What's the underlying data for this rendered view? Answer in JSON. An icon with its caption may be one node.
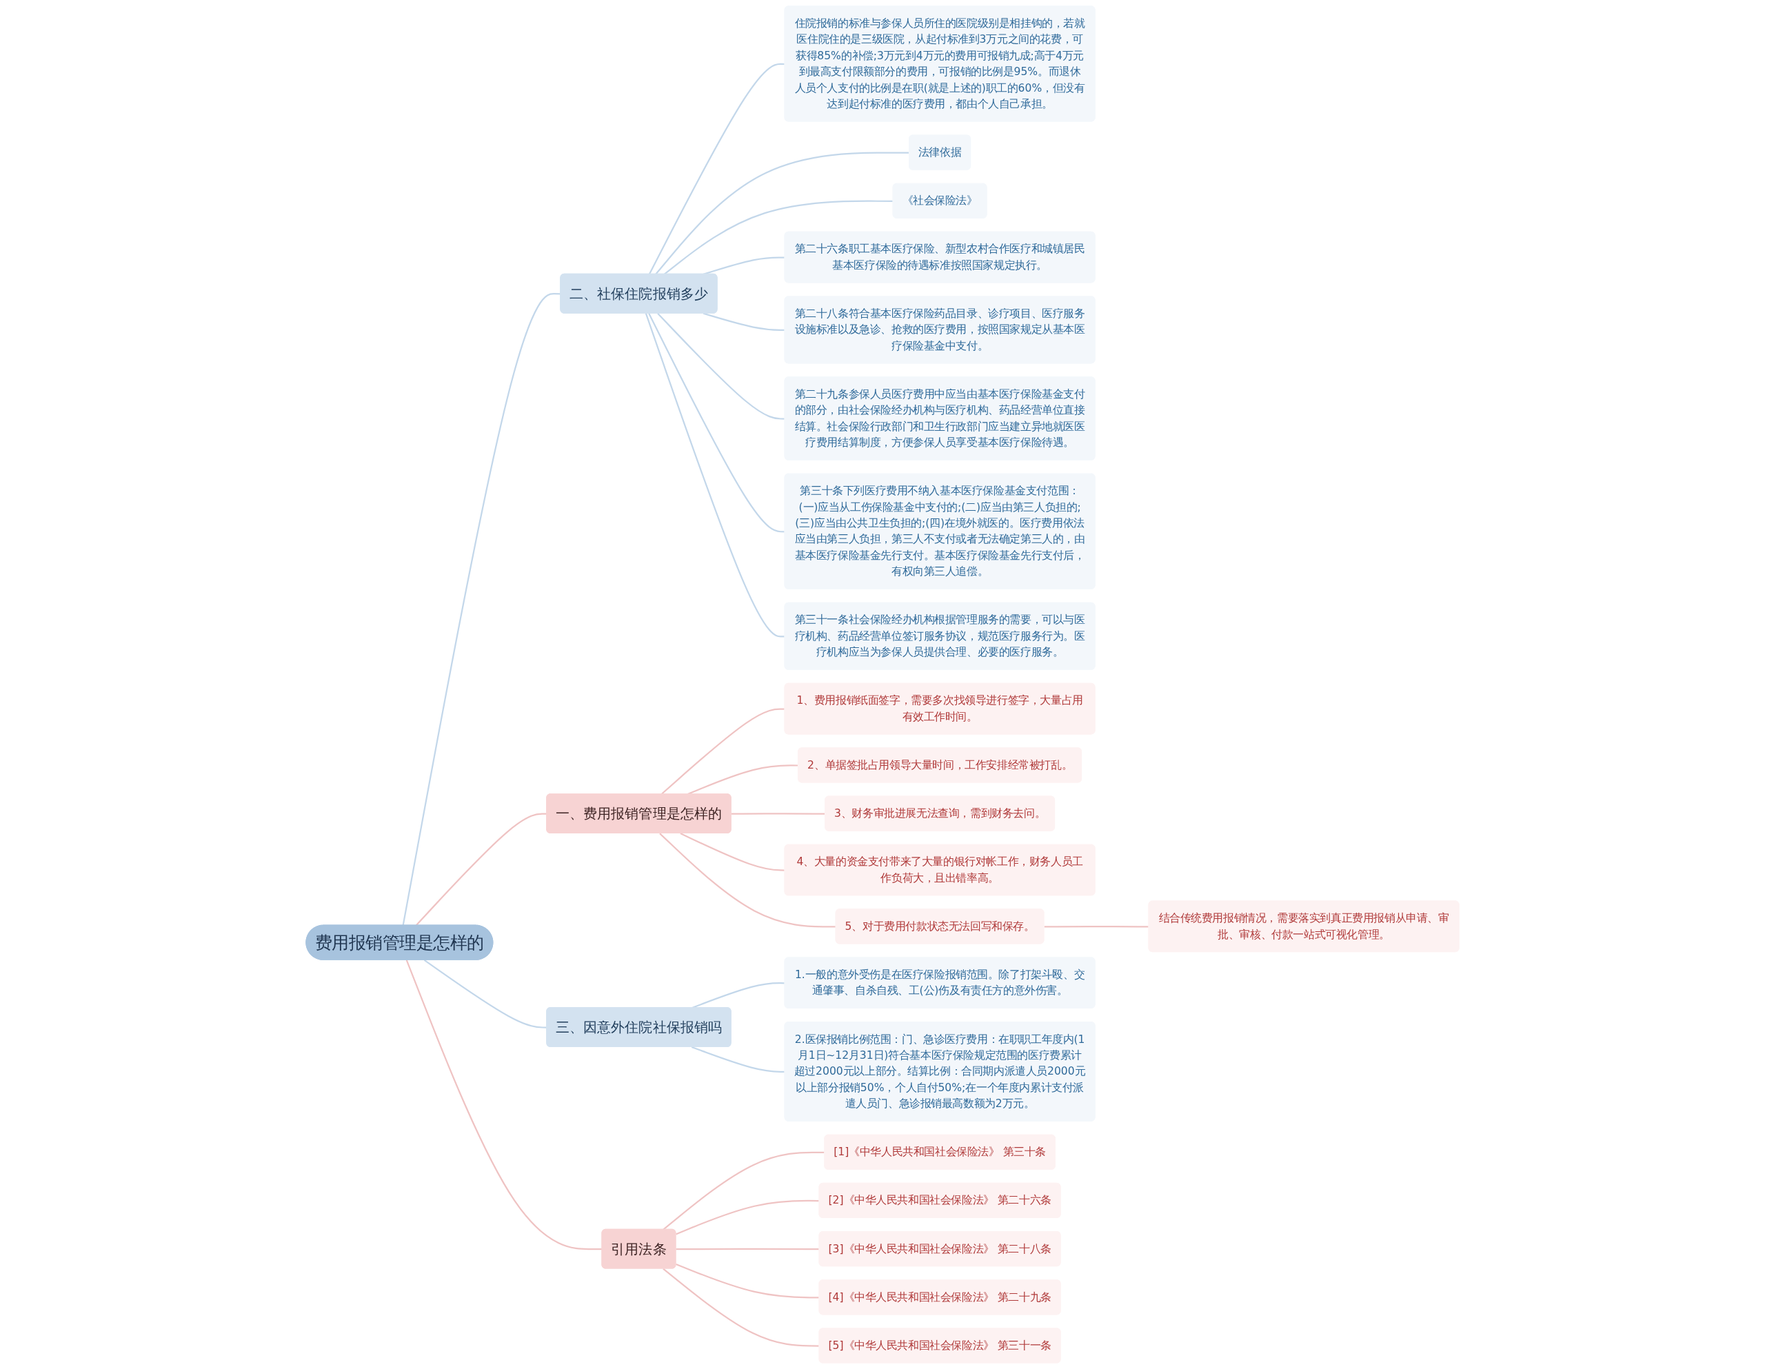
{
  "diagram": {
    "nodes": [
      {
        "text": [
          "费用报销管理是怎样的"
        ]
      },
      {
        "text": [
          "二、社保住院报销多少"
        ]
      },
      {
        "text": [
          "住院报销的标准与参保人员所住的医院级别是相挂钩的，若就医住院住的是三级医院，从起付标准到3万元之间的花费，可获得85%的补偿;3万元到4万元的费用可报销九成;高于4万元到最高支付限额部分的费用，可报销的比例是95%。而退休人员个人支付的比例是在职(就是上述的)职工的60%，但没有达到起付标准的医疗费用，都由个人自己承担。"
        ]
      },
      {
        "text": [
          "法律依据"
        ]
      },
      {
        "text": [
          "《社会保险法》"
        ]
      },
      {
        "text": [
          "第二十六条职工基本医疗保险、新型农村合作医疗和城镇居民基本医疗保险的待遇标准按照国家规定执行。"
        ]
      },
      {
        "text": [
          "第二十八条符合基本医疗保险药品目录、诊疗项目、医疗服务设施标准以及急诊、抢救的医疗费用，按照国家规定从基本医疗保险基金中支付。"
        ]
      },
      {
        "text": [
          "第二十九条参保人员医疗费用中应当由基本医疗保险基金支付的部分，由社会保险经办机构与医疗机构、药品经营单位直接结算。社会保险行政部门和卫生行政部门应当建立异地就医医疗费用结算制度，方便参保人员享受基本医疗保险待遇。"
        ]
      },
      {
        "text": [
          "第三十条下列医疗费用不纳入基本医疗保险基金支付范围：(一)应当从工伤保险基金中支付的;(二)应当由第三人负担的;(三)应当由公共卫生负担的;(四)在境外就医的。医疗费用依法应当由第三人负担，第三人不支付或者无法确定第三人的，由基本医疗保险基金先行支付。基本医疗保险基金先行支付后，有权向第三人追偿。"
        ]
      },
      {
        "text": [
          "第三十一条社会保险经办机构根据管理服务的需要，可以与医疗机构、药品经营单位签订服务协议，规范医疗服务行为。医疗机构应当为参保人员提供合理、必要的医疗服务。"
        ]
      },
      {
        "text": [
          "一、费用报销管理是怎样的"
        ]
      },
      {
        "text": [
          "1、费用报销纸面签字，需要多次找领导进行签字，大量占用有效工作时间。"
        ]
      },
      {
        "text": [
          "2、单据签批占用领导大量时间，工作安排经常被打乱。"
        ]
      },
      {
        "text": [
          "3、财务审批进展无法查询，需到财务去问。"
        ]
      },
      {
        "text": [
          "4、大量的资金支付带来了大量的银行对帐工作，财务人员工作负荷大，且出错率高。"
        ]
      },
      {
        "text": [
          "5、对于费用付款状态无法回写和保存。"
        ]
      },
      {
        "text": [
          "结合传统费用报销情况，需要落实到真正费用报销从申请、审批、审核、付款一站式可视化管理。"
        ]
      },
      {
        "text": [
          "三、因意外住院社保报销吗"
        ]
      },
      {
        "text": [
          "1.一般的意外受伤是在医疗保险报销范围。除了打架斗殴、交通肇事、自杀自残、工(公)伤及有责任方的意外伤害。"
        ]
      },
      {
        "text": [
          "2.医保报销比例范围：门、急诊医疗费用：在职职工年度内(1月1日~12月31日)符合基本医疗保险规定范围的医疗费累计超过2000元以上部分。结算比例：合同期内派遣人员2000元以上部分报销50%，个人自付50%;在一个年度内累计支付派遣人员门、急诊报销最高数额为2万元。"
        ]
      },
      {
        "text": [
          "引用法条"
        ]
      },
      {
        "text": [
          "[1]《中华人民共和国社会保险法》 第三十条"
        ]
      },
      {
        "text": [
          "[2]《中华人民共和国社会保险法》 第二十六条"
        ]
      },
      {
        "text": [
          "[3]《中华人民共和国社会保险法》 第二十八条"
        ]
      },
      {
        "text": [
          "[4]《中华人民共和国社会保险法》 第二十九条"
        ]
      },
      {
        "text": [
          "[5]《中华人民共和国社会保险法》 第三十一条"
        ]
      }
    ],
    "edges": [
      {
        "from": 0,
        "to": 1,
        "arrow": "none",
        "color": "#c3d7ea"
      },
      {
        "from": 1,
        "to": 2,
        "arrow": "none",
        "color": "#c3d7ea"
      },
      {
        "from": 1,
        "to": 3,
        "arrow": "none",
        "color": "#c3d7ea"
      },
      {
        "from": 1,
        "to": 4,
        "arrow": "none",
        "color": "#c3d7ea"
      },
      {
        "from": 1,
        "to": 5,
        "arrow": "none",
        "color": "#c3d7ea"
      },
      {
        "from": 1,
        "to": 6,
        "arrow": "none",
        "color": "#c3d7ea"
      },
      {
        "from": 1,
        "to": 7,
        "arrow": "none",
        "color": "#c3d7ea"
      },
      {
        "from": 1,
        "to": 8,
        "arrow": "none",
        "color": "#c3d7ea"
      },
      {
        "from": 1,
        "to": 9,
        "arrow": "none",
        "color": "#c3d7ea"
      },
      {
        "from": 0,
        "to": 10,
        "arrow": "none"
      },
      {
        "from": 10,
        "to": 11,
        "arrow": "none"
      },
      {
        "from": 10,
        "to": 12,
        "arrow": "none"
      },
      {
        "from": 10,
        "to": 13,
        "arrow": "none"
      },
      {
        "from": 10,
        "to": 14,
        "arrow": "none"
      },
      {
        "from": 10,
        "to": 15,
        "arrow": "none"
      },
      {
        "from": 15,
        "to": 16,
        "arrow": "none"
      },
      {
        "from": 0,
        "to": 17,
        "arrow": "none",
        "color": "#c3d7ea"
      },
      {
        "from": 17,
        "to": 18,
        "arrow": "none",
        "color": "#c3d7ea"
      },
      {
        "from": 17,
        "to": 19,
        "arrow": "none",
        "color": "#c3d7ea"
      },
      {
        "from": 0,
        "to": 20,
        "arrow": "none"
      },
      {
        "from": 20,
        "to": 21,
        "arrow": "none"
      },
      {
        "from": 20,
        "to": 22,
        "arrow": "none"
      },
      {
        "from": 20,
        "to": 23,
        "arrow": "none"
      },
      {
        "from": 20,
        "to": 24,
        "arrow": "none"
      },
      {
        "from": 20,
        "to": 25,
        "arrow": "none"
      }
    ]
  }
}
